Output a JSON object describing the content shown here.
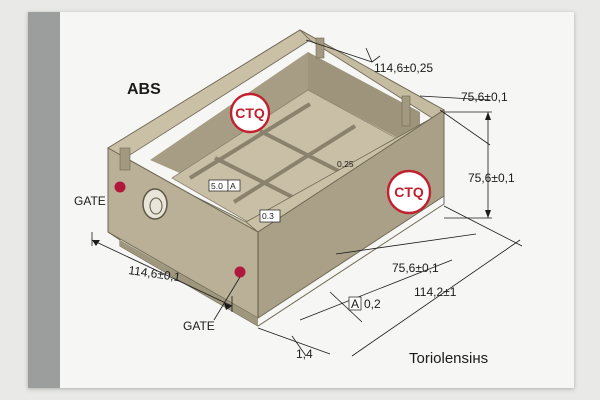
{
  "drawing": {
    "material": "ABS",
    "title_block": "Toriolensiнs",
    "gate_labels": [
      "GATE",
      "GATE"
    ],
    "ctq_labels": [
      "CTQ",
      "CTQ"
    ],
    "dimensions": {
      "top_length": "114,6±0,25",
      "top_width": "75,6±0,1",
      "height": "75,6±0,1",
      "front_length": "114,6±0,1",
      "bottom_width": "75,6±0,1",
      "bottom_length": "114,2±1",
      "flatness": "0,2",
      "corner_radius": "1,4",
      "rib_note": "0,25"
    },
    "datum_boxes": [
      {
        "value": "5.0",
        "datum": "A"
      },
      {
        "value": "0.3"
      }
    ],
    "datum_ref": "A",
    "colors": {
      "plastic": "#b9b097",
      "plastic_dark": "#8c8470",
      "ctq_red": "#c1202f",
      "gate_mark": "#b0193b"
    }
  }
}
